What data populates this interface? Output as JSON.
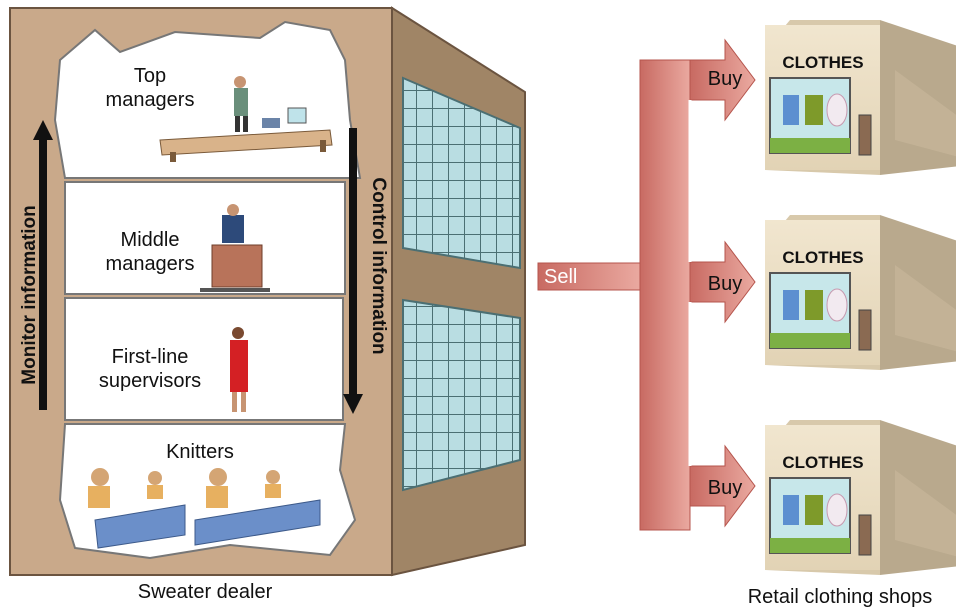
{
  "building": {
    "caption": "Sweater dealer",
    "floors": [
      {
        "label": "Top\nmanagers"
      },
      {
        "label": "Middle\nmanagers"
      },
      {
        "label": "First-line\nsupervisors"
      },
      {
        "label": "Knitters"
      }
    ],
    "left_arrow_label": "Monitor information",
    "right_arrow_label": "Control information"
  },
  "flow": {
    "sell_label": "Sell",
    "buy_labels": [
      "Buy",
      "Buy",
      "Buy"
    ],
    "arrow_color": "#d9837b"
  },
  "shops": {
    "caption": "Retail clothing shops",
    "sign_text": "CLOTHES",
    "count": 3
  },
  "colors": {
    "wall": "#c9a98a",
    "wall_side": "#a08566",
    "window": "#a7d5da",
    "floor_fill": "#ffffff"
  }
}
